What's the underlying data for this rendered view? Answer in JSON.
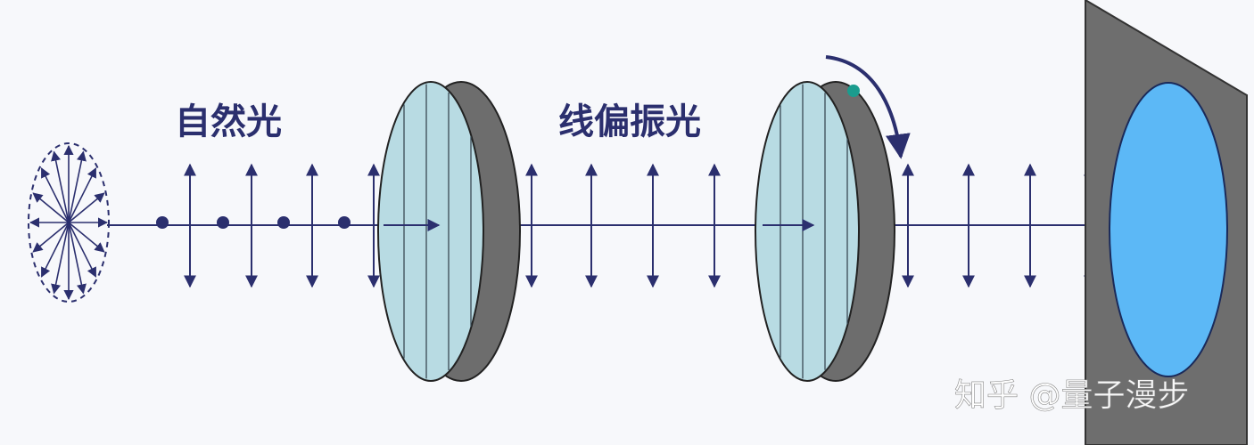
{
  "labels": {
    "natural_light": "自然光",
    "linear_polarized": "线偏振光"
  },
  "watermark": "知乎 @量子漫步",
  "colors": {
    "arrow": "#2b2f6e",
    "lens_face": "#b8dbe3",
    "lens_edge": "#6d6d6d",
    "screen": "#6e6e6e",
    "screen_spot": "#5cb8f6",
    "rotation_dot": "#1a9c8e",
    "watermark": "#ffffff"
  }
}
